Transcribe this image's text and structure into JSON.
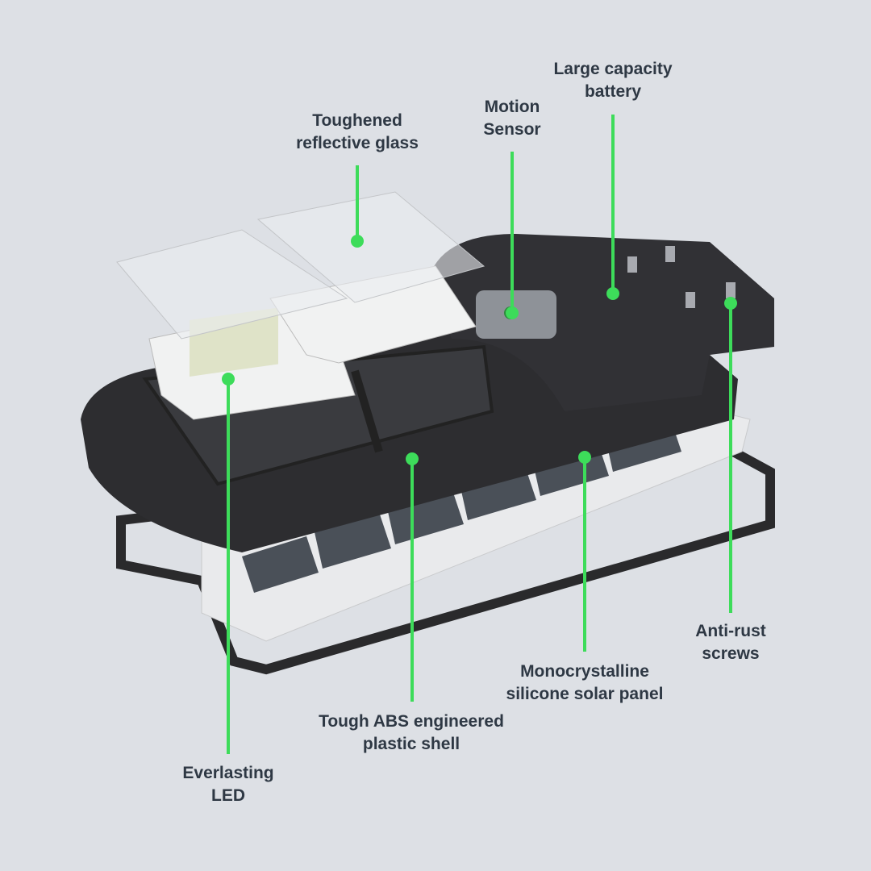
{
  "colors": {
    "background": "#dde0e5",
    "accent": "#3ddc5a",
    "text": "#2e3844"
  },
  "callouts": [
    {
      "id": "glass",
      "line1": "Toughened",
      "line2": "reflective glass"
    },
    {
      "id": "sensor",
      "line1": "Motion",
      "line2": "Sensor"
    },
    {
      "id": "battery",
      "line1": "Large capacity",
      "line2": "battery"
    },
    {
      "id": "screws",
      "line1": "Anti-rust",
      "line2": "screws"
    },
    {
      "id": "panel",
      "line1": "Monocrystalline",
      "line2": "silicone solar panel"
    },
    {
      "id": "shell",
      "line1": "Tough ABS engineered",
      "line2": "plastic shell"
    },
    {
      "id": "led",
      "line1": "Everlasting",
      "line2": "LED"
    }
  ]
}
